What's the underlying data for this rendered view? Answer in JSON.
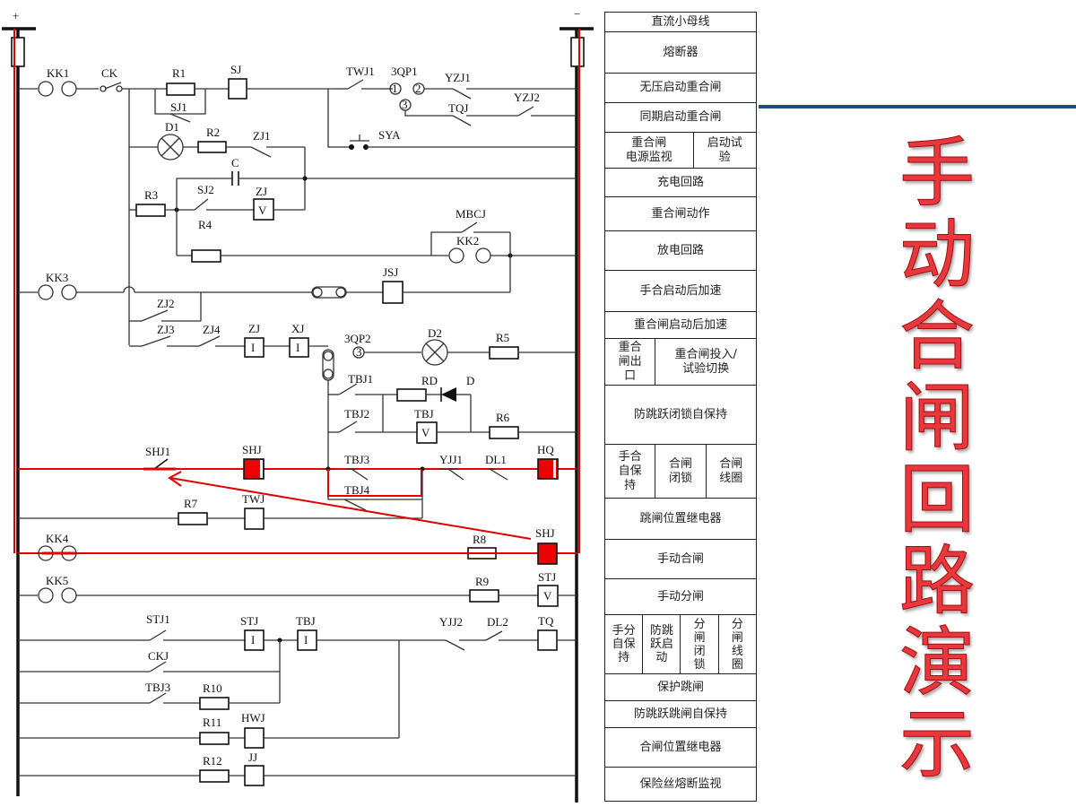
{
  "diagram": {
    "title_chars": [
      "手",
      "动",
      "合",
      "闸",
      "回",
      "路",
      "演",
      "示"
    ],
    "bus_labels": {
      "positive": "+",
      "negative": "−"
    },
    "colors": {
      "highlight": "#e00000",
      "title_text": "#e8383d",
      "rule": "#1f4e79"
    },
    "components": {
      "KK1": "KK1",
      "CK": "CK",
      "R1": "R1",
      "SJ": "SJ",
      "SJ1": "SJ1",
      "TWJ1": "TWJ1",
      "3QP1": "3QP1",
      "YZJ1": "YZJ1",
      "TQJ": "TQJ",
      "YZJ2": "YZJ2",
      "SYA": "SYA",
      "D1": "D1",
      "R2": "R2",
      "ZJ1": "ZJ1",
      "C": "C",
      "R3": "R3",
      "SJ2": "SJ2",
      "ZJ_V": "ZJ",
      "R4": "R4",
      "MBCJ": "MBCJ",
      "KK2": "KK2",
      "KK3": "KK3",
      "JSJ": "JSJ",
      "ZJ2": "ZJ2",
      "ZJ3": "ZJ3",
      "ZJ4": "ZJ4",
      "ZJ_I": "ZJ",
      "XJ": "XJ",
      "3QP2": "3QP2",
      "D2": "D2",
      "R5": "R5",
      "TBJ1": "TBJ1",
      "RD": "RD",
      "D": "D",
      "TBJ2": "TBJ2",
      "TBJ_V": "TBJ",
      "R6": "R6",
      "SHJ1": "SHJ1",
      "SHJ_top": "SHJ",
      "TBJ3": "TBJ3",
      "YJJ1": "YJJ1",
      "DL1": "DL1",
      "HQ": "HQ",
      "TBJ4": "TBJ4",
      "R7": "R7",
      "TWJ": "TWJ",
      "KK4": "KK4",
      "R8": "R8",
      "SHJ_bottom": "SHJ",
      "KK5": "KK5",
      "R9": "R9",
      "STJ_V": "STJ",
      "STJ1": "STJ1",
      "STJ_I": "STJ",
      "TBJ_I": "TBJ",
      "YJJ2": "YJJ2",
      "DL2": "DL2",
      "TQ": "TQ",
      "CKJ": "CKJ",
      "TBJ3b": "TBJ3",
      "R10": "R10",
      "R11": "R11",
      "HWJ": "HWJ",
      "R12": "R12",
      "JJ": "JJ",
      "coil_I": "I",
      "coil_V": "V",
      "pin1": "1",
      "pin2": "2",
      "pin3": "3"
    }
  },
  "legend": {
    "rows": [
      [
        "直流小母线"
      ],
      [
        "熔断器"
      ],
      [
        "无压启动重合闸"
      ],
      [
        "同期启动重合闸"
      ],
      [
        "重合闸\n电源监视",
        "启动试\n验"
      ],
      [
        "充电回路"
      ],
      [
        "重合闸动作"
      ],
      [
        "放电回路"
      ],
      [
        "手合启动后加速"
      ],
      [
        "重合闸启动后加速"
      ],
      [
        "重合\n闸出\n口",
        "重合闸投入/\n试验切换"
      ],
      [
        "防跳跃闭锁自保持"
      ],
      [
        "手合\n自保\n持",
        "合闸\n闭锁",
        "合闸\n线圈"
      ],
      [
        "跳闸位置继电器"
      ],
      [
        "手动合闸"
      ],
      [
        "手动分闸"
      ],
      [
        "手分\n自保\n持",
        "防跳\n跃启\n动",
        "分\n闸\n闭\n锁",
        "分\n闸\n线\n圈"
      ],
      [
        "保护跳闸"
      ],
      [
        "防跳跃跳闸自保持"
      ],
      [
        "合闸位置继电器"
      ],
      [
        "保险丝熔断监视"
      ]
    ]
  }
}
